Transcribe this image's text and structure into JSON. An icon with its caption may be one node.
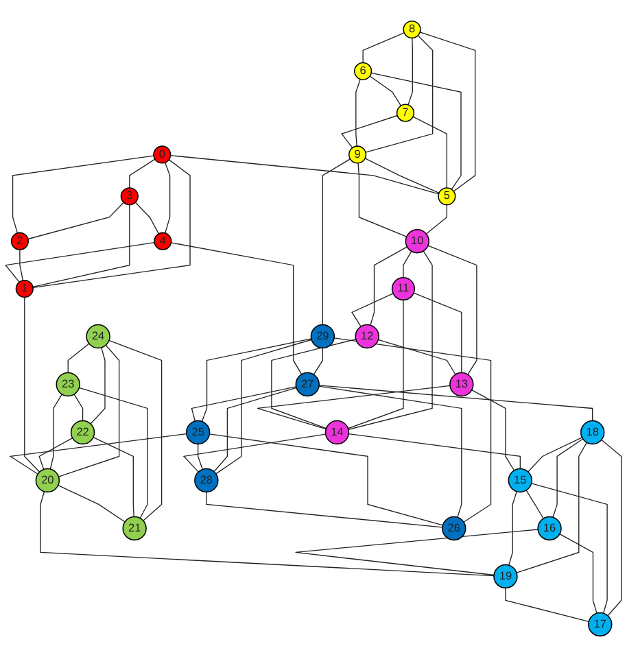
{
  "diagram": {
    "nodes": [
      {
        "text": [
          "0"
        ]
      },
      {
        "text": [
          "1"
        ]
      },
      {
        "text": [
          "2"
        ]
      },
      {
        "text": [
          "3"
        ]
      },
      {
        "text": [
          "4"
        ]
      },
      {
        "text": [
          "5"
        ]
      },
      {
        "text": [
          "6"
        ]
      },
      {
        "text": [
          "7"
        ]
      },
      {
        "text": [
          "8"
        ]
      },
      {
        "text": [
          "9"
        ]
      },
      {
        "text": [
          "10"
        ]
      },
      {
        "text": [
          "11"
        ]
      },
      {
        "text": [
          "12"
        ]
      },
      {
        "text": [
          "13"
        ]
      },
      {
        "text": [
          "14"
        ]
      },
      {
        "text": [
          "15"
        ]
      },
      {
        "text": [
          "16"
        ]
      },
      {
        "text": [
          "17"
        ]
      },
      {
        "text": [
          "18"
        ]
      },
      {
        "text": [
          "19"
        ]
      },
      {
        "text": [
          "20"
        ]
      },
      {
        "text": [
          "21"
        ]
      },
      {
        "text": [
          "22"
        ]
      },
      {
        "text": [
          "23"
        ]
      },
      {
        "text": [
          "24"
        ]
      },
      {
        "text": [
          "25"
        ]
      },
      {
        "text": [
          "26"
        ]
      },
      {
        "text": [
          "27"
        ]
      },
      {
        "text": [
          "28"
        ]
      },
      {
        "text": [
          "29"
        ]
      }
    ],
    "edges": [
      {
        "from": 0,
        "to": 3,
        "arrow": "none"
      },
      {
        "from": 3,
        "to": 2,
        "arrow": "none"
      },
      {
        "from": 0,
        "to": 2,
        "arrow": "none"
      },
      {
        "from": 0,
        "to": 1,
        "arrow": "none"
      },
      {
        "from": 0,
        "to": 4,
        "arrow": "none"
      },
      {
        "from": 3,
        "to": 4,
        "arrow": "none"
      },
      {
        "from": 3,
        "to": 1,
        "arrow": "none"
      },
      {
        "from": 2,
        "to": 1,
        "arrow": "none"
      },
      {
        "from": 4,
        "to": 1,
        "arrow": "none"
      },
      {
        "from": 8,
        "to": 6,
        "arrow": "none"
      },
      {
        "from": 8,
        "to": 7,
        "arrow": "none"
      },
      {
        "from": 8,
        "to": 9,
        "arrow": "none"
      },
      {
        "from": 8,
        "to": 5,
        "arrow": "none"
      },
      {
        "from": 6,
        "to": 7,
        "arrow": "none"
      },
      {
        "from": 6,
        "to": 9,
        "arrow": "none"
      },
      {
        "from": 6,
        "to": 5,
        "arrow": "none"
      },
      {
        "from": 7,
        "to": 5,
        "arrow": "none"
      },
      {
        "from": 7,
        "to": 9,
        "arrow": "none"
      },
      {
        "from": 9,
        "to": 5,
        "arrow": "none"
      },
      {
        "from": 24,
        "to": 23,
        "arrow": "none"
      },
      {
        "from": 24,
        "to": 20,
        "arrow": "none"
      },
      {
        "from": 24,
        "to": 22,
        "arrow": "none"
      },
      {
        "from": 24,
        "to": 21,
        "arrow": "none"
      },
      {
        "from": 23,
        "to": 20,
        "arrow": "none"
      },
      {
        "from": 23,
        "to": 21,
        "arrow": "none"
      },
      {
        "from": 23,
        "to": 22,
        "arrow": "none"
      },
      {
        "from": 22,
        "to": 20,
        "arrow": "none"
      },
      {
        "from": 22,
        "to": 21,
        "arrow": "none"
      },
      {
        "from": 20,
        "to": 21,
        "arrow": "none"
      },
      {
        "from": 29,
        "to": 27,
        "arrow": "none"
      },
      {
        "from": 29,
        "to": 25,
        "arrow": "none"
      },
      {
        "from": 29,
        "to": 26,
        "arrow": "none"
      },
      {
        "from": 29,
        "to": 28,
        "arrow": "none"
      },
      {
        "from": 27,
        "to": 25,
        "arrow": "none"
      },
      {
        "from": 27,
        "to": 28,
        "arrow": "none"
      },
      {
        "from": 27,
        "to": 26,
        "arrow": "none"
      },
      {
        "from": 25,
        "to": 28,
        "arrow": "none"
      },
      {
        "from": 25,
        "to": 26,
        "arrow": "none"
      },
      {
        "from": 28,
        "to": 26,
        "arrow": "none"
      },
      {
        "from": 10,
        "to": 11,
        "arrow": "none"
      },
      {
        "from": 10,
        "to": 14,
        "arrow": "none"
      },
      {
        "from": 10,
        "to": 12,
        "arrow": "none"
      },
      {
        "from": 10,
        "to": 13,
        "arrow": "none"
      },
      {
        "from": 11,
        "to": 12,
        "arrow": "none"
      },
      {
        "from": 11,
        "to": 14,
        "arrow": "none"
      },
      {
        "from": 11,
        "to": 13,
        "arrow": "none"
      },
      {
        "from": 12,
        "to": 14,
        "arrow": "none"
      },
      {
        "from": 12,
        "to": 13,
        "arrow": "none"
      },
      {
        "from": 13,
        "to": 14,
        "arrow": "none"
      },
      {
        "from": 18,
        "to": 15,
        "arrow": "none"
      },
      {
        "from": 18,
        "to": 16,
        "arrow": "none"
      },
      {
        "from": 18,
        "to": 17,
        "arrow": "none"
      },
      {
        "from": 18,
        "to": 19,
        "arrow": "none"
      },
      {
        "from": 15,
        "to": 19,
        "arrow": "none"
      },
      {
        "from": 15,
        "to": 17,
        "arrow": "none"
      },
      {
        "from": 15,
        "to": 16,
        "arrow": "none"
      },
      {
        "from": 16,
        "to": 19,
        "arrow": "none"
      },
      {
        "from": 16,
        "to": 17,
        "arrow": "none"
      },
      {
        "from": 19,
        "to": 17,
        "arrow": "none"
      },
      {
        "from": 0,
        "to": 5,
        "arrow": "none"
      },
      {
        "from": 4,
        "to": 27,
        "arrow": "none"
      },
      {
        "from": 1,
        "to": 20,
        "arrow": "none"
      },
      {
        "from": 5,
        "to": 10,
        "arrow": "none"
      },
      {
        "from": 9,
        "to": 10,
        "arrow": "none"
      },
      {
        "from": 9,
        "to": 29,
        "arrow": "none"
      },
      {
        "from": 25,
        "to": 20,
        "arrow": "none"
      },
      {
        "from": 20,
        "to": 19,
        "arrow": "none"
      },
      {
        "from": 14,
        "to": 28,
        "arrow": "none"
      },
      {
        "from": 14,
        "to": 15,
        "arrow": "none"
      },
      {
        "from": 13,
        "to": 15,
        "arrow": "none"
      },
      {
        "from": 27,
        "to": 18,
        "arrow": "none"
      }
    ]
  }
}
